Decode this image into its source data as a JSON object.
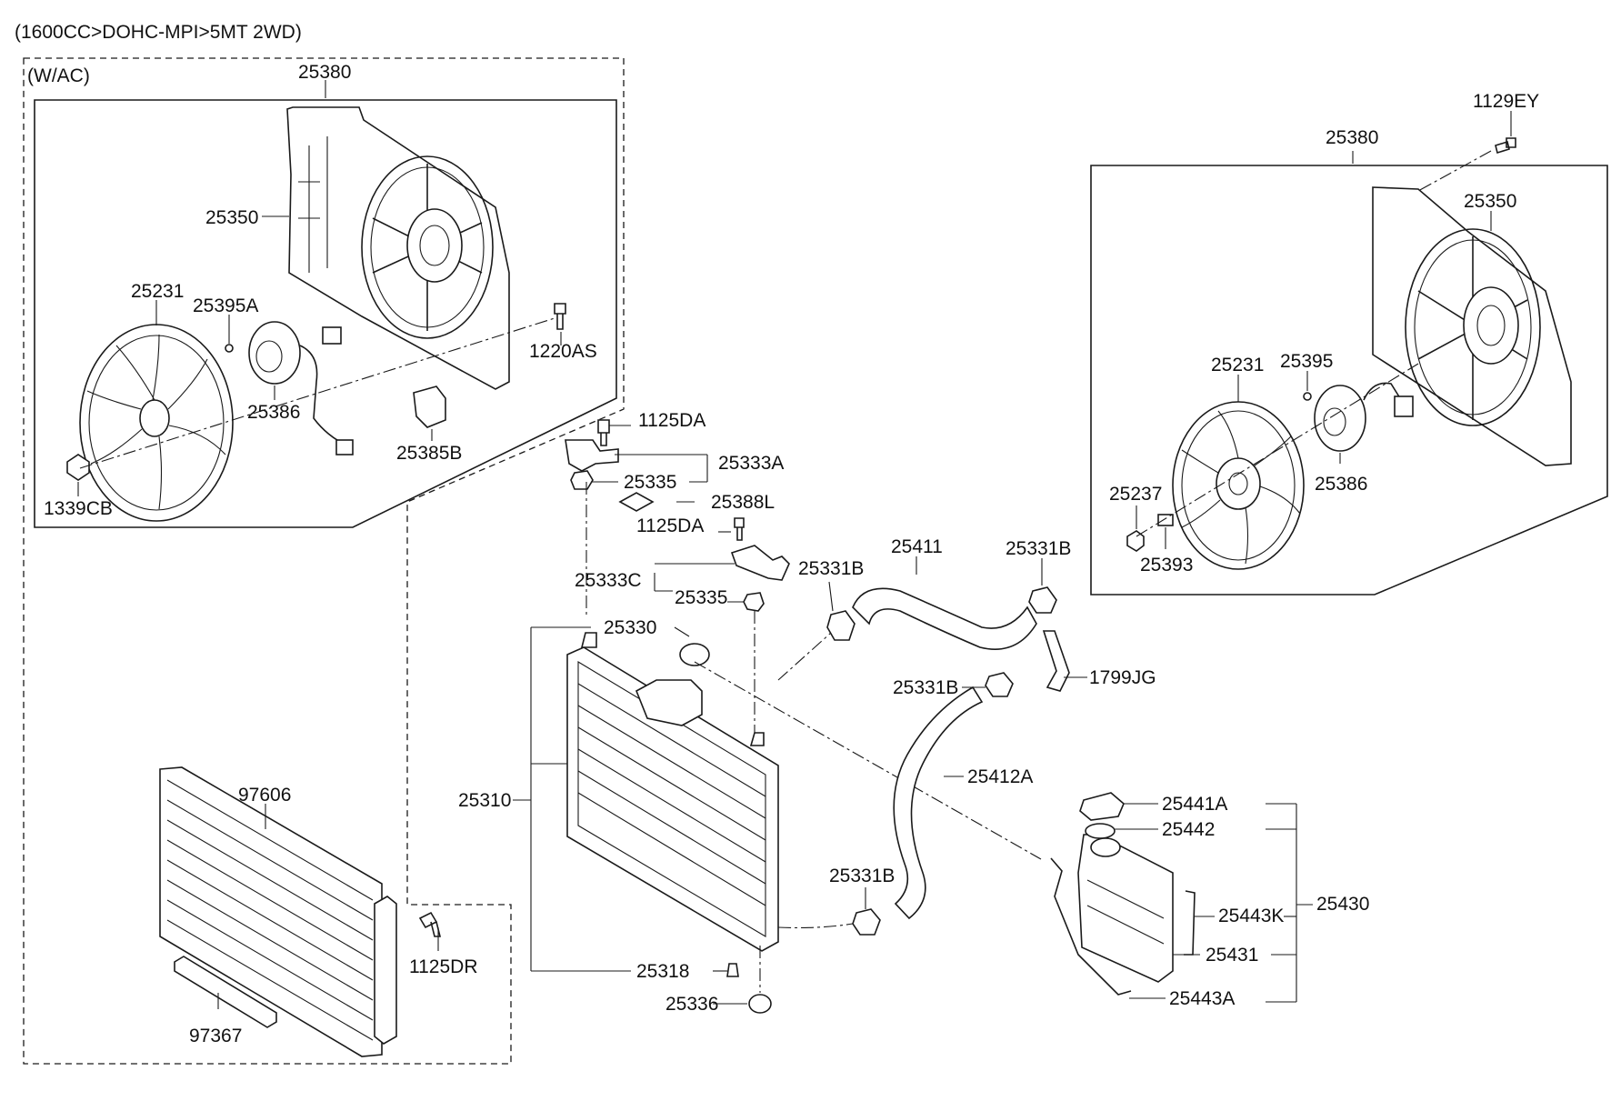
{
  "header": {
    "spec": "(1600CC>DOHC-MPI>5MT 2WD)",
    "variant": "(W/AC)"
  },
  "callouts": {
    "fan_shroud_left": "25380",
    "shroud_left": "25350",
    "fan_left": "25231",
    "screw_left": "25395A",
    "bolt_shroud_left": "1220AS",
    "motor_left": "25386",
    "resistor_left": "25385B",
    "nut_left": "1339CB",
    "bolt_top_right": "1129EY",
    "fan_shroud_right": "25380",
    "shroud_right": "25350",
    "fan_right": "25231",
    "screw_right": "25395",
    "motor_right": "25386",
    "nut_right": "25237",
    "clip_right": "25393",
    "bolt_upper": "1125DA",
    "bracket_upper": "25333A",
    "insulator_upper": "25335",
    "label_plate": "25388L",
    "bolt_mid": "1125DA",
    "bracket_mid": "25333C",
    "insulator_mid": "25335",
    "radiator_cap": "25330",
    "radiator": "25310",
    "drain_plug": "25318",
    "insulator_lower": "25336",
    "hose_upper": "25411",
    "clamp_1": "25331B",
    "clamp_2": "25331B",
    "clamp_3": "25331B",
    "clamp_4": "25331B",
    "band": "1799JG",
    "hose_lower": "25412A",
    "reservoir_cap": "25441A",
    "reservoir_seal": "25442",
    "reservoir_hose_a": "25443K",
    "reservoir_assy": "25430",
    "reservoir_tank": "25431",
    "reservoir_hose_b": "25443A",
    "condenser": "97606",
    "bolt_condenser": "1125DR",
    "condenser_pad": "97367"
  }
}
